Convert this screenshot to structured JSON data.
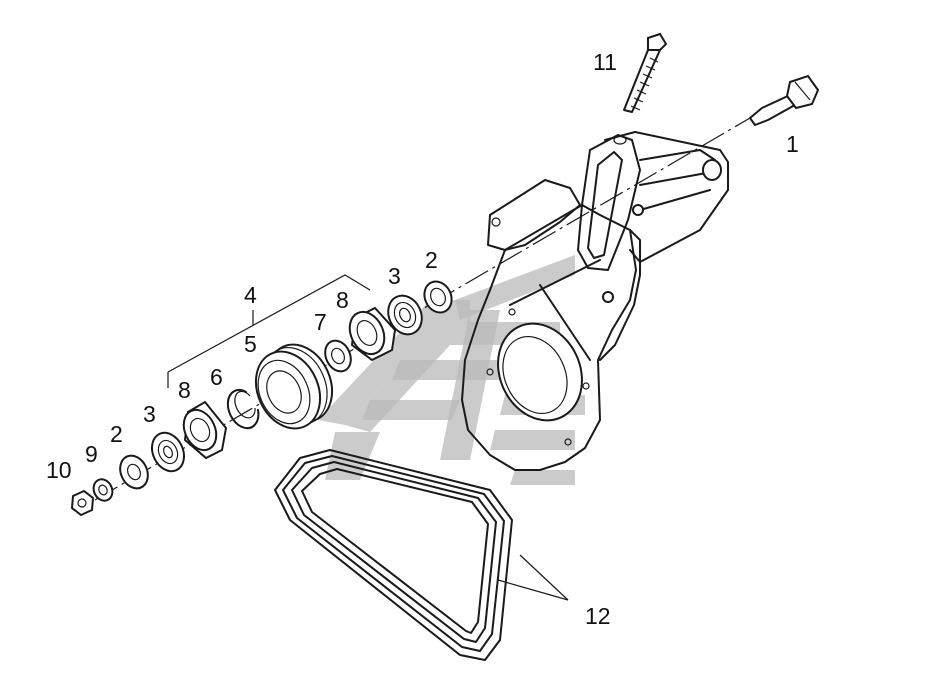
{
  "callouts": {
    "c1": "1",
    "c2a": "2",
    "c2b": "2",
    "c3a": "3",
    "c3b": "3",
    "c4": "4",
    "c5": "5",
    "c6": "6",
    "c7": "7",
    "c8a": "8",
    "c8b": "8",
    "c9": "9",
    "c10": "10",
    "c11": "11",
    "c12": "12"
  },
  "colors": {
    "line": "#1a1a1a",
    "watermark": "#b9b9b9",
    "background": "#ffffff"
  }
}
